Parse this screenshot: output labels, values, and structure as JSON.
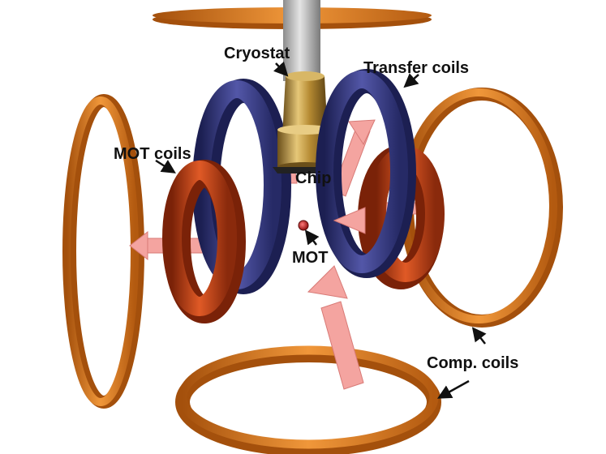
{
  "labels": {
    "cryostat": "Cryostat",
    "transfer_coils": "Transfer coils",
    "mot_coils": "MOT coils",
    "chip": "Chip",
    "mot": "MOT",
    "comp_coils": "Comp. coils"
  },
  "colors": {
    "comp_coil": "#e8801f",
    "comp_coil_dark": "#a4500c",
    "transfer_coil": "#3b3f8c",
    "transfer_coil_dark": "#1c1f52",
    "mot_coil": "#d0471b",
    "mot_coil_dark": "#7a2208",
    "beam": "#f4a4a0",
    "cryostat_rod": "#b9b9b9",
    "cryostat_gold": "#c9a24a",
    "mot_cloud": "#c21a1a",
    "arrow": "#111111"
  }
}
